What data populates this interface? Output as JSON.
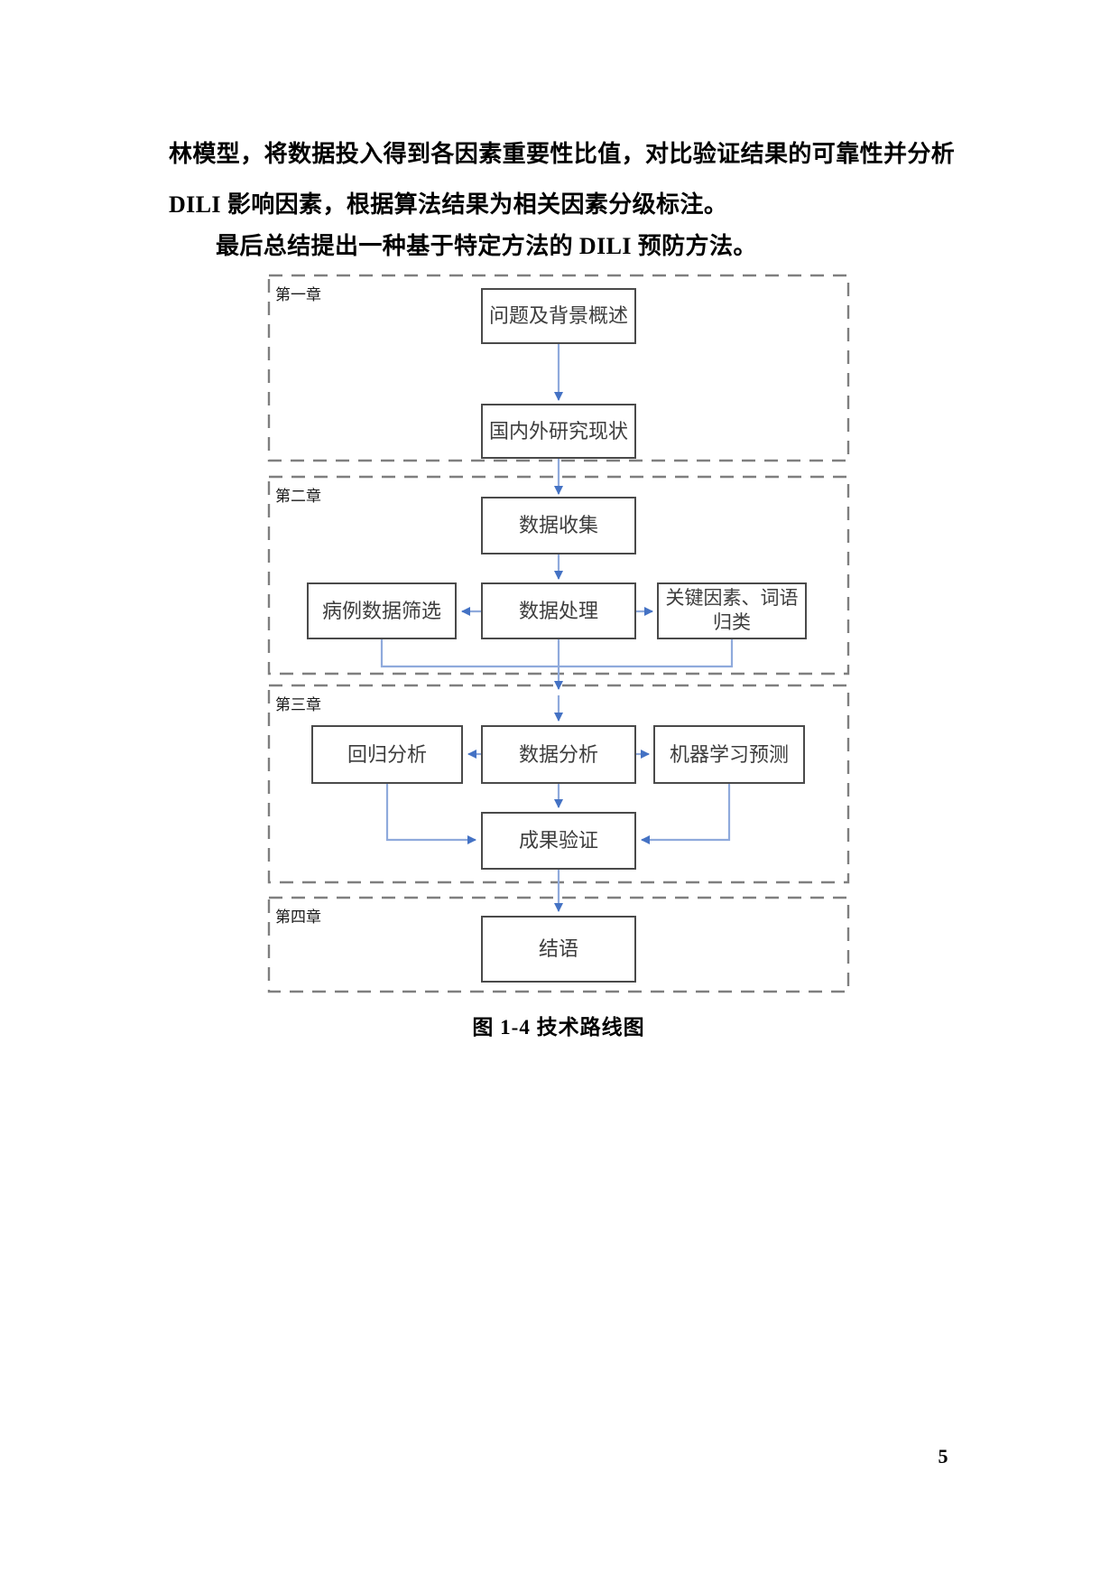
{
  "page": {
    "number": "5"
  },
  "paragraphs": {
    "line1": "林模型，将数据投入得到各因素重要性比值，对比验证结果的可靠性并分析",
    "line2": "DILI 影响因素，根据算法结果为相关因素分级标注。",
    "line3": "最后总结提出一种基于特定方法的 DILI 预防方法。"
  },
  "diagram": {
    "caption": "图 1-4 技术路线图",
    "chapters": [
      "第一章",
      "第二章",
      "第三章",
      "第四章"
    ],
    "nodes": {
      "overview": "问题及背景概述",
      "research_status": "国内外研究现状",
      "data_collection": "数据收集",
      "data_processing": "数据处理",
      "case_filtering": "病例数据筛选",
      "key_factors": "关键因素、词语\n归类",
      "data_analysis": "数据分析",
      "regression": "回归分析",
      "ml_prediction": "机器学习预测",
      "validation": "成果验证",
      "conclusion": "结语"
    },
    "colors": {
      "arrow_line": "#8faadc",
      "arrow_head": "#4472c4",
      "box_border": "#4a4a4a",
      "dashed_border": "#7f7f7f"
    }
  }
}
